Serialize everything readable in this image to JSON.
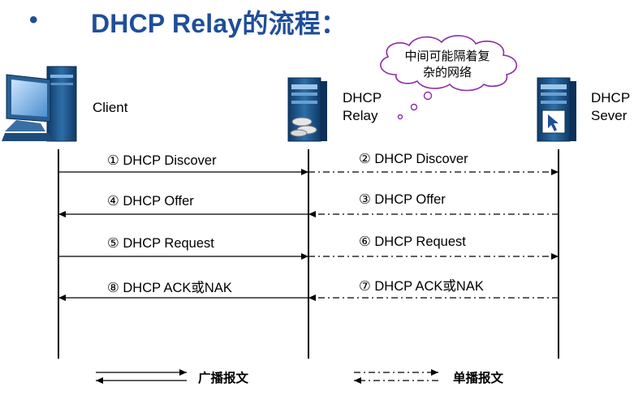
{
  "title": {
    "bullet": "•",
    "text": "DHCP Relay的流程："
  },
  "nodes": {
    "client": "Client",
    "relay": [
      "DHCP",
      "Relay"
    ],
    "server": [
      "DHCP",
      "Sever"
    ]
  },
  "cloud": [
    "中间可能隔着复",
    "杂的网络"
  ],
  "messages": [
    {
      "label": "① DHCP Discover"
    },
    {
      "label": "② DHCP Discover"
    },
    {
      "label": "④ DHCP Offer"
    },
    {
      "label": "③ DHCP Offer"
    },
    {
      "label": "⑤ DHCP Request"
    },
    {
      "label": "⑥ DHCP Request"
    },
    {
      "label": "⑧ DHCP ACK或NAK"
    },
    {
      "label": "⑦ DHCP ACK或NAK"
    }
  ],
  "legend": {
    "broadcast": "广播报文",
    "unicast": "单播报文"
  }
}
